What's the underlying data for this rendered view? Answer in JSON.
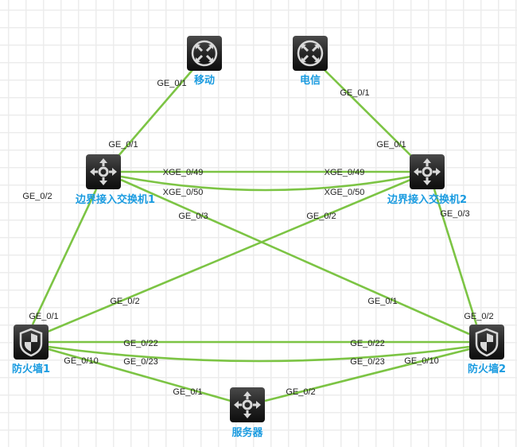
{
  "diagram": {
    "title": "Network topology",
    "link_color": "#7cc444",
    "label_color": "#1a9be0",
    "nodes": [
      {
        "id": "mobile",
        "label": "移动",
        "icon": "router-icon"
      },
      {
        "id": "telecom",
        "label": "电信",
        "icon": "router-icon"
      },
      {
        "id": "sw1",
        "label": "边界接入交换机1",
        "icon": "switch-icon"
      },
      {
        "id": "sw2",
        "label": "边界接入交换机2",
        "icon": "switch-icon"
      },
      {
        "id": "fw1",
        "label": "防火墙1",
        "icon": "firewall-icon"
      },
      {
        "id": "fw2",
        "label": "防火墙2",
        "icon": "firewall-icon"
      },
      {
        "id": "server",
        "label": "服务器",
        "icon": "switch-icon"
      }
    ],
    "links": [
      {
        "from": "mobile",
        "to": "sw1",
        "from_port": "GE_0/1",
        "to_port": "GE_0/1"
      },
      {
        "from": "telecom",
        "to": "sw2",
        "from_port": "GE_0/1",
        "to_port": "GE_0/1"
      },
      {
        "from": "sw1",
        "to": "sw2",
        "from_port": "XGE_0/49",
        "to_port": "XGE_0/49"
      },
      {
        "from": "sw1",
        "to": "sw2",
        "from_port": "XGE_0/50",
        "to_port": "XGE_0/50"
      },
      {
        "from": "sw1",
        "to": "fw2",
        "from_port": "GE_0/3",
        "to_port": "GE_0/1"
      },
      {
        "from": "sw2",
        "to": "fw1",
        "from_port": "GE_0/2",
        "to_port": "GE_0/2"
      },
      {
        "from": "sw1",
        "to": "fw1",
        "from_port": "GE_0/2",
        "to_port": "GE_0/1"
      },
      {
        "from": "sw2",
        "to": "fw2",
        "from_port": "GE_0/3",
        "to_port": "GE_0/2"
      },
      {
        "from": "fw1",
        "to": "fw2",
        "from_port": "GE_0/22",
        "to_port": "GE_0/22"
      },
      {
        "from": "fw1",
        "to": "fw2",
        "from_port": "GE_0/23",
        "to_port": "GE_0/23"
      },
      {
        "from": "fw1",
        "to": "server",
        "from_port": "GE_0/10",
        "to_port": "GE_0/1"
      },
      {
        "from": "fw2",
        "to": "server",
        "from_port": "GE_0/10",
        "to_port": "GE_0/2"
      }
    ]
  }
}
